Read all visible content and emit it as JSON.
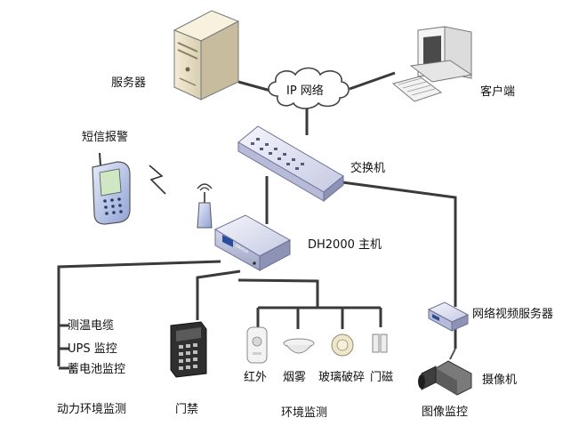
{
  "labels": {
    "server": "服务器",
    "ip_network": "IP 网络",
    "client": "客户端",
    "sms_alarm": "短信报警",
    "switch": "交换机",
    "host": "DH2000 主机",
    "temp_cable": "测温电缆",
    "ups": "UPS 监控",
    "battery": "蓄电池监控",
    "power_env": "动力环境监测",
    "access_control": "门禁",
    "infrared": "红外",
    "smoke": "烟雾",
    "glass_break": "玻璃破碎",
    "door_magnet": "门磁",
    "env_monitor": "环境监测",
    "video_server": "网络视频服务器",
    "camera": "摄像机",
    "image_monitor": "图像监控"
  },
  "host_brand": "DAHUA",
  "colors": {
    "line": "#3a3a3a",
    "device_light": "#eef0fb",
    "device_mid": "#c9cde8",
    "device_dark": "#8e93b5"
  }
}
